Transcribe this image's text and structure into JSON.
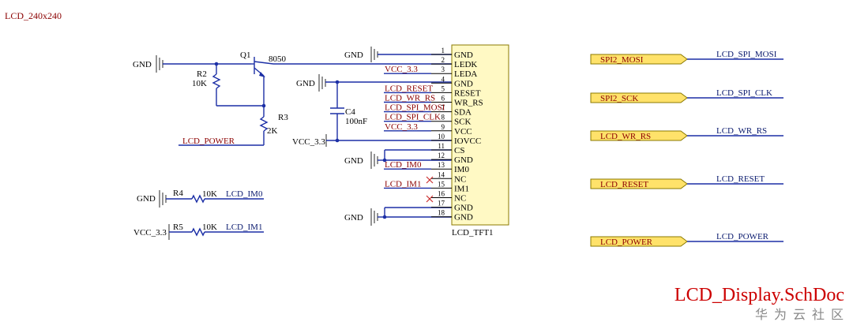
{
  "page_label": "LCD_240x240",
  "doc_title": "LCD_Display.SchDoc",
  "watermark": "华 为 云 社 区",
  "transistor": {
    "ref": "Q1",
    "part": "8050"
  },
  "resistors": [
    {
      "ref": "R2",
      "value": "10K"
    },
    {
      "ref": "R3",
      "value": "2K"
    },
    {
      "ref": "R4",
      "value": "10K"
    },
    {
      "ref": "R5",
      "value": "10K"
    }
  ],
  "capacitor": {
    "ref": "C4",
    "value": "100nF"
  },
  "connector": {
    "ref": "LCD_TFT1",
    "pins": [
      {
        "num": "1",
        "name": "GND"
      },
      {
        "num": "2",
        "name": "LEDK"
      },
      {
        "num": "3",
        "name": "LEDA"
      },
      {
        "num": "4",
        "name": "GND"
      },
      {
        "num": "5",
        "name": "RESET"
      },
      {
        "num": "6",
        "name": "WR_RS"
      },
      {
        "num": "7",
        "name": "SDA"
      },
      {
        "num": "8",
        "name": "SCK"
      },
      {
        "num": "9",
        "name": "VCC"
      },
      {
        "num": "10",
        "name": "IOVCC"
      },
      {
        "num": "11",
        "name": "CS"
      },
      {
        "num": "12",
        "name": "GND"
      },
      {
        "num": "13",
        "name": "IM0"
      },
      {
        "num": "14",
        "name": "NC"
      },
      {
        "num": "15",
        "name": "IM1"
      },
      {
        "num": "16",
        "name": "NC"
      },
      {
        "num": "17",
        "name": "GND"
      },
      {
        "num": "18",
        "name": "GND"
      }
    ]
  },
  "pin_nets": [
    {
      "pin": "3",
      "label": "VCC_3.3"
    },
    {
      "pin": "5",
      "label": "LCD_RESET"
    },
    {
      "pin": "6",
      "label": "LCD_WR_RS"
    },
    {
      "pin": "7",
      "label": "LCD_SPI_MOSI"
    },
    {
      "pin": "8",
      "label": "LCD_SPI_CLK"
    },
    {
      "pin": "9",
      "label": "VCC_3.3"
    },
    {
      "pin": "13",
      "label": "LCD_IM0"
    },
    {
      "pin": "15",
      "label": "LCD_IM1"
    }
  ],
  "net_labels": {
    "gnd": "GND",
    "vcc": "VCC_3.3",
    "lcd_power": "LCD_POWER",
    "lcd_im0": "LCD_IM0",
    "lcd_im1": "LCD_IM1"
  },
  "ports": [
    {
      "port": "SPI2_MOSI",
      "net": "LCD_SPI_MOSI"
    },
    {
      "port": "SPI2_SCK",
      "net": "LCD_SPI_CLK"
    },
    {
      "port": "LCD_WR_RS",
      "net": "LCD_WR_RS"
    },
    {
      "port": "LCD_RESET",
      "net": "LCD_RESET"
    },
    {
      "port": "LCD_POWER",
      "net": "LCD_POWER"
    }
  ]
}
